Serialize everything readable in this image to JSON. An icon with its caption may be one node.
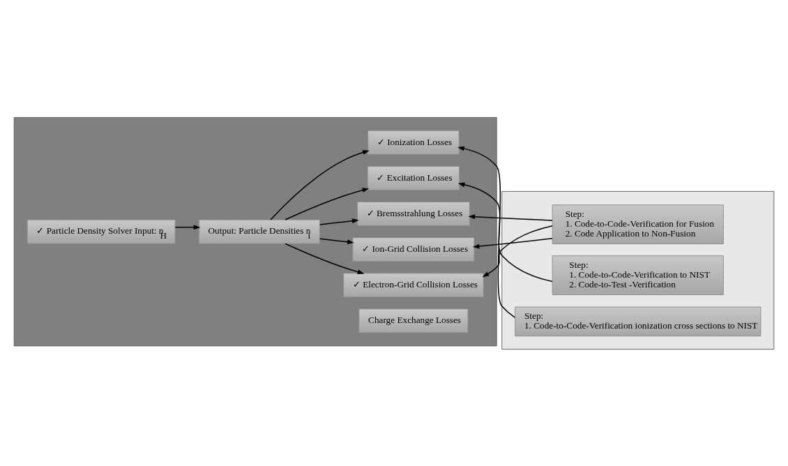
{
  "diagram": {
    "nodes": [
      {
        "text": [],
        "shape": "box"
      },
      {
        "text": [],
        "shape": "box"
      },
      {
        "text": [
          "✓ Particle Density Solver Input: n$_{H}$"
        ],
        "in": 0
      },
      {
        "text": [
          "Output: Particle Densities n$_{i}$"
        ],
        "in": 0
      },
      {
        "text": [
          "✓ Ionization Losses"
        ],
        "in": 0
      },
      {
        "text": [
          "✓ Excitation Losses"
        ],
        "in": 0
      },
      {
        "text": [
          "✓ Bremsstrahlung Losses"
        ],
        "in": 0
      },
      {
        "text": [
          "✓ Ion-Grid Collision Losses"
        ],
        "in": 0
      },
      {
        "text": [
          "✓ Electron-Grid Collision Losses"
        ],
        "in": 0
      },
      {
        "text": [
          "Charge Exchange Losses"
        ],
        "in": 0
      },
      {
        "text": [
          "Step:",
          "1. Code-to-Code-Verification ionization cross sections to NIST"
        ],
        "in": 1
      },
      {
        "text": [
          "Step:",
          "1. Code-to-Code-Verification to NIST",
          "2. Code-to-Test -Verification"
        ],
        "in": 1
      },
      {
        "text": [
          "Step:",
          "1. Code-to-Code-Verification for Fusion",
          "2. Code Application to Non-Fusion"
        ],
        "in": 1
      }
    ],
    "edges": [
      {
        "from": 2,
        "to": 3,
        "arrow": "to"
      },
      {
        "from": 3,
        "to": 4,
        "arrow": "to"
      },
      {
        "from": 3,
        "to": 5,
        "arrow": "to"
      },
      {
        "from": 3,
        "to": 6,
        "arrow": "to"
      },
      {
        "from": 3,
        "to": 7,
        "arrow": "to"
      },
      {
        "from": 3,
        "to": 8,
        "arrow": "to"
      },
      {
        "from": 10,
        "to": 4,
        "arrow": "to"
      },
      {
        "from": 11,
        "to": 5,
        "arrow": "to"
      },
      {
        "from": 12,
        "to": 6,
        "arrow": "to"
      },
      {
        "from": 12,
        "to": 7,
        "arrow": "to"
      },
      {
        "from": 12,
        "to": 8,
        "arrow": "to"
      }
    ]
  }
}
